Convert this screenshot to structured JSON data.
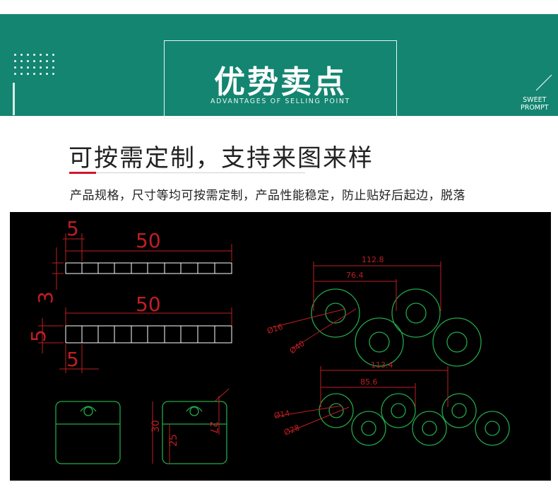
{
  "banner": {
    "title": "优势卖点",
    "subtitle": "ADVANTAGES OF SELLING POINT",
    "badge_line1": "SWEET",
    "badge_line2": "PROMPT",
    "background_color": "#138571"
  },
  "feature": {
    "heading": "可按需定制，支持来图来样",
    "description": "产品规格，尺寸等均可按需定制，产品性能稳定，防止贴好后起边，脱落",
    "accent_color": "#d0172b"
  },
  "drawing": {
    "strip_top": {
      "top_dim": "5",
      "length_dim": "50"
    },
    "strip_bottom": {
      "left_dim": "3",
      "height_dim": "5",
      "length_dim": "50",
      "bottom_dim": "5"
    },
    "circles_top": {
      "span_outer": "112.8",
      "span_inner": "76.4",
      "inner_dia": "Ø16",
      "outer_dia": "Ø40"
    },
    "circles_bottom": {
      "span_outer": "113.4",
      "span_inner": "85.6",
      "inner_dia": "Ø14",
      "outer_dia": "Ø28"
    },
    "tab_dims": {
      "height": "30",
      "width_right": "27",
      "inner": "25"
    }
  }
}
